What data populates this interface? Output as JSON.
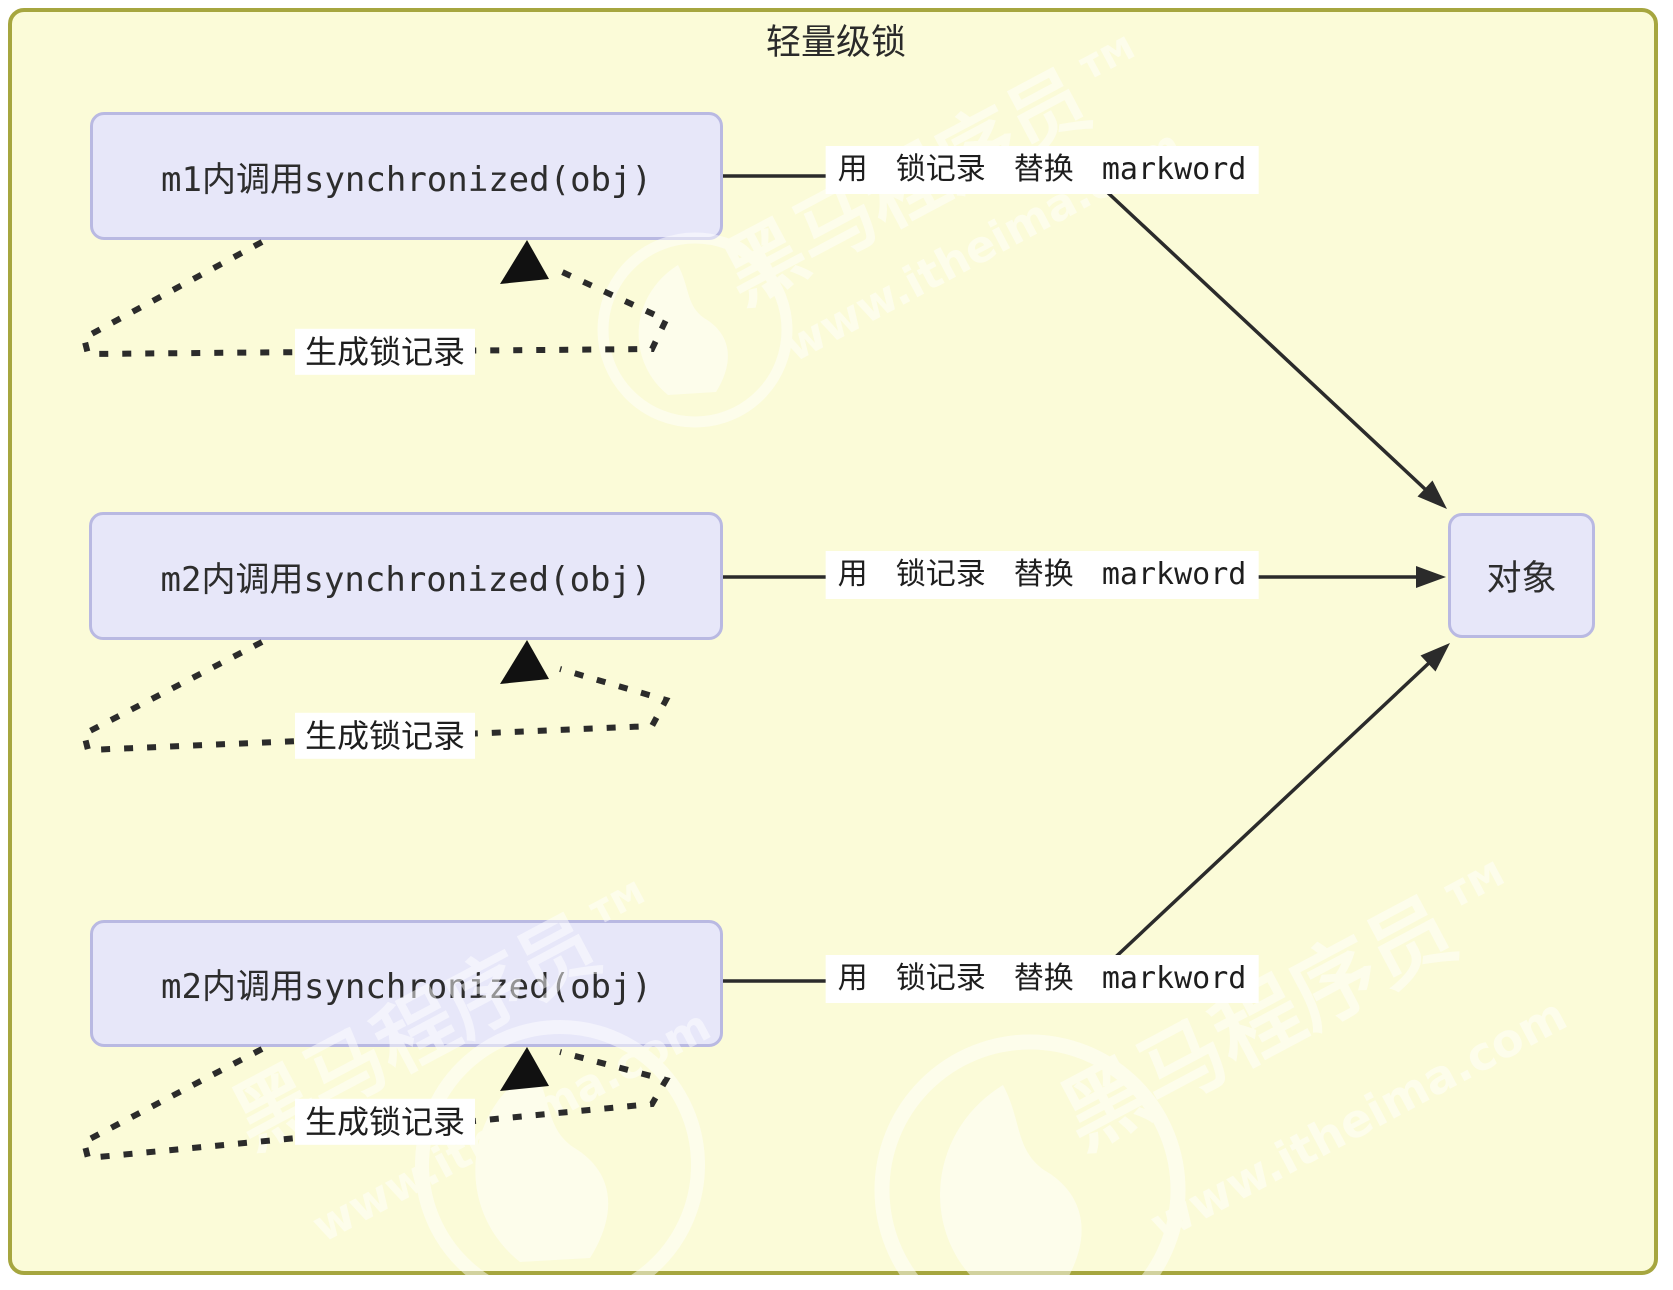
{
  "title": "轻量级锁",
  "nodes": {
    "m1": "m1内调用synchronized(obj)",
    "m2a": "m2内调用synchronized(obj)",
    "m2b": "m2内调用synchronized(obj)",
    "object": "对象"
  },
  "edge_labels": {
    "replace_markword": "用 锁记录 替换 markword",
    "generate_lock_record": "生成锁记录"
  },
  "watermark": {
    "brand": "黑马程序员™",
    "url": "www.itheima.com"
  },
  "colors": {
    "frame_background": "#fbfbd8",
    "frame_border": "#a6a63f",
    "node_fill": "#e7e7f9",
    "node_border": "#b9b9e2",
    "line": "#2b2b2b",
    "label_background": "#ffffff"
  }
}
